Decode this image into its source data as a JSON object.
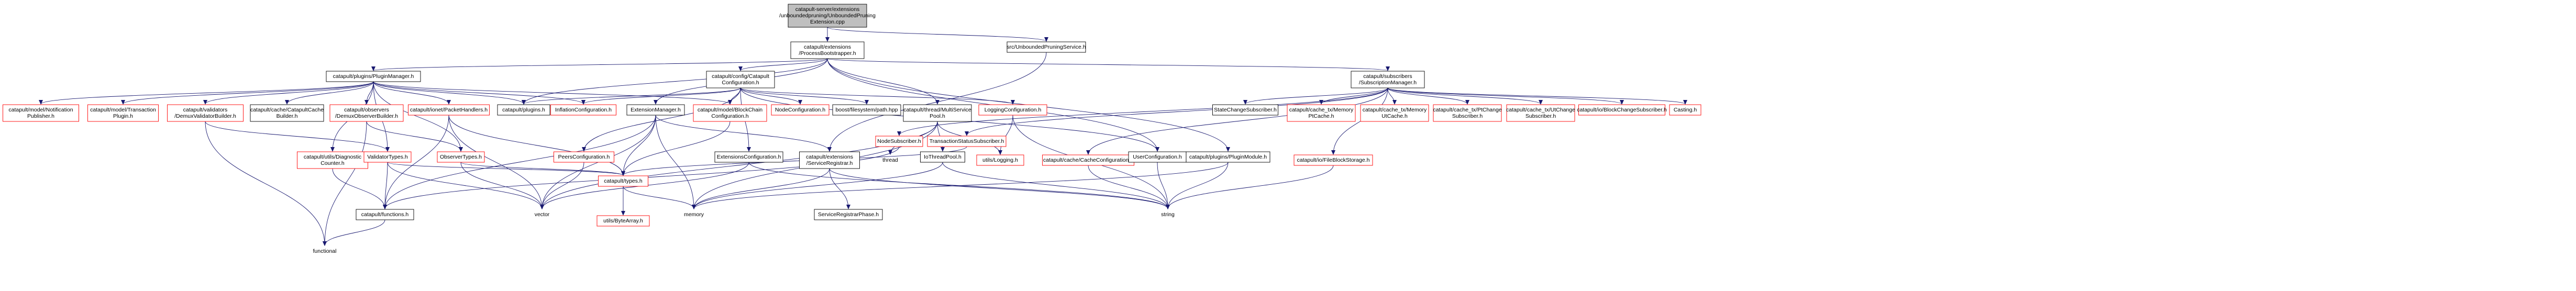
{
  "diagram": {
    "colors": {
      "root_fill": "#bfbfbf",
      "normal_border": "#000000",
      "missing_border": "#ff0000",
      "edge": "#191970",
      "text": "#000000"
    },
    "nodes": [
      {
        "id": "root",
        "lines": [
          "catapult-server/extensions",
          "/unboundedpruning/UnboundedPruning",
          "Extension.cpp"
        ],
        "style": "root"
      },
      {
        "id": "procboot",
        "lines": [
          "catapult/extensions",
          "/ProcessBootstrapper.h"
        ],
        "style": "normal"
      },
      {
        "id": "unbounded",
        "lines": [
          "src/UnboundedPruningService.h"
        ],
        "style": "normal"
      },
      {
        "id": "pluginmgr",
        "lines": [
          "catapult/plugins/PluginManager.h"
        ],
        "style": "normal"
      },
      {
        "id": "catconfig",
        "lines": [
          "catapult/config/Catapult",
          "Configuration.h"
        ],
        "style": "normal"
      },
      {
        "id": "submgr",
        "lines": [
          "catapult/subscribers",
          "/SubscriptionManager.h"
        ],
        "style": "normal"
      },
      {
        "id": "notifpub",
        "lines": [
          "catapult/model/Notification",
          "Publisher.h"
        ],
        "style": "missing"
      },
      {
        "id": "txplugin",
        "lines": [
          "catapult/model/Transaction",
          "Plugin.h"
        ],
        "style": "missing"
      },
      {
        "id": "demuxval",
        "lines": [
          "catapult/validators",
          "/DemuxValidatorBuilder.h"
        ],
        "style": "missing"
      },
      {
        "id": "cachebuilder",
        "lines": [
          "catapult/cache/CatapultCache",
          "Builder.h"
        ],
        "style": "normal"
      },
      {
        "id": "demuxobs",
        "lines": [
          "catapult/observers",
          "/DemuxObserverBuilder.h"
        ],
        "style": "missing"
      },
      {
        "id": "packethandlers",
        "lines": [
          "catapult/ionet/PacketHandlers.h"
        ],
        "style": "missing"
      },
      {
        "id": "plugins",
        "lines": [
          "catapult/plugins.h"
        ],
        "style": "normal"
      },
      {
        "id": "inflation",
        "lines": [
          "InflationConfiguration.h"
        ],
        "style": "missing"
      },
      {
        "id": "extmgr",
        "lines": [
          "ExtensionManager.h"
        ],
        "style": "normal"
      },
      {
        "id": "blockchainconfig",
        "lines": [
          "catapult/model/BlockChain",
          "Configuration.h"
        ],
        "style": "missing"
      },
      {
        "id": "nodeconfig",
        "lines": [
          "NodeConfiguration.h"
        ],
        "style": "missing"
      },
      {
        "id": "boostpath",
        "lines": [
          "boost/filesystem/path.hpp"
        ],
        "style": "normal"
      },
      {
        "id": "multiservice",
        "lines": [
          "catapult/thread/MultiService",
          "Pool.h"
        ],
        "style": "normal"
      },
      {
        "id": "loggingconfig",
        "lines": [
          "LoggingConfiguration.h"
        ],
        "style": "missing"
      },
      {
        "id": "nodesub",
        "lines": [
          "NodeSubscriber.h"
        ],
        "style": "missing"
      },
      {
        "id": "txstatussub",
        "lines": [
          "TransactionStatusSubscriber.h"
        ],
        "style": "missing"
      },
      {
        "id": "statechange",
        "lines": [
          "StateChangeSubscriber.h"
        ],
        "style": "normal"
      },
      {
        "id": "memptcache",
        "lines": [
          "catapult/cache_tx/Memory",
          "PtCache.h"
        ],
        "style": "missing"
      },
      {
        "id": "memutcache",
        "lines": [
          "catapult/cache_tx/Memory",
          "UtCache.h"
        ],
        "style": "missing"
      },
      {
        "id": "ptchange",
        "lines": [
          "catapult/cache_tx/PtChange",
          "Subscriber.h"
        ],
        "style": "missing"
      },
      {
        "id": "utchange",
        "lines": [
          "catapult/cache_tx/UtChange",
          "Subscriber.h"
        ],
        "style": "missing"
      },
      {
        "id": "blockchangesub",
        "lines": [
          "catapult/io/BlockChangeSubscriber.h"
        ],
        "style": "missing"
      },
      {
        "id": "casting",
        "lines": [
          "Casting.h"
        ],
        "style": "missing"
      },
      {
        "id": "diagcounter",
        "lines": [
          "catapult/utils/Diagnostic",
          "Counter.h"
        ],
        "style": "missing"
      },
      {
        "id": "validatortypes",
        "lines": [
          "ValidatorTypes.h"
        ],
        "style": "missing"
      },
      {
        "id": "observertypes",
        "lines": [
          "ObserverTypes.h"
        ],
        "style": "missing"
      },
      {
        "id": "peersconfig",
        "lines": [
          "PeersConfiguration.h"
        ],
        "style": "missing"
      },
      {
        "id": "types",
        "lines": [
          "catapult/types.h"
        ],
        "style": "missing"
      },
      {
        "id": "extconfig",
        "lines": [
          "ExtensionsConfiguration.h"
        ],
        "style": "normal"
      },
      {
        "id": "svcregistrar",
        "lines": [
          "catapult/extensions",
          "/ServiceRegistrar.h"
        ],
        "style": "normal"
      },
      {
        "id": "thread",
        "lines": [
          "thread"
        ],
        "style": "plain"
      },
      {
        "id": "iothreadpool",
        "lines": [
          "IoThreadPool.h"
        ],
        "style": "normal"
      },
      {
        "id": "logging",
        "lines": [
          "utils/Logging.h"
        ],
        "style": "missing"
      },
      {
        "id": "cacheconfig",
        "lines": [
          "catapult/cache/CacheConfiguration.h"
        ],
        "style": "missing"
      },
      {
        "id": "userconfig",
        "lines": [
          "UserConfiguration.h"
        ],
        "style": "normal"
      },
      {
        "id": "pluginmodule",
        "lines": [
          "catapult/plugins/PluginModule.h"
        ],
        "style": "normal"
      },
      {
        "id": "filestorage",
        "lines": [
          "catapult/io/FileBlockStorage.h"
        ],
        "style": "missing"
      },
      {
        "id": "functions",
        "lines": [
          "catapult/functions.h"
        ],
        "style": "normal"
      },
      {
        "id": "vector",
        "lines": [
          "vector"
        ],
        "style": "plain"
      },
      {
        "id": "bytearray",
        "lines": [
          "utils/ByteArray.h"
        ],
        "style": "missing"
      },
      {
        "id": "memory",
        "lines": [
          "memory"
        ],
        "style": "plain"
      },
      {
        "id": "svcphase",
        "lines": [
          "ServiceRegistrarPhase.h"
        ],
        "style": "normal"
      },
      {
        "id": "string",
        "lines": [
          "string"
        ],
        "style": "plain"
      },
      {
        "id": "functional",
        "lines": [
          "functional"
        ],
        "style": "plain"
      }
    ],
    "edges": [
      [
        "root",
        "procboot"
      ],
      [
        "root",
        "unbounded"
      ],
      [
        "procboot",
        "pluginmgr"
      ],
      [
        "procboot",
        "catconfig"
      ],
      [
        "procboot",
        "submgr"
      ],
      [
        "procboot",
        "extmgr"
      ],
      [
        "procboot",
        "multiservice"
      ],
      [
        "procboot",
        "userconfig"
      ],
      [
        "procboot",
        "pluginmodule"
      ],
      [
        "procboot",
        "plugins"
      ],
      [
        "unbounded",
        "svcregistrar"
      ],
      [
        "pluginmgr",
        "notifpub"
      ],
      [
        "pluginmgr",
        "txplugin"
      ],
      [
        "pluginmgr",
        "demuxval"
      ],
      [
        "pluginmgr",
        "cachebuilder"
      ],
      [
        "pluginmgr",
        "demuxobs"
      ],
      [
        "pluginmgr",
        "packethandlers"
      ],
      [
        "pluginmgr",
        "plugins"
      ],
      [
        "pluginmgr",
        "inflation"
      ],
      [
        "pluginmgr",
        "blockchainconfig"
      ],
      [
        "pluginmgr",
        "observertypes"
      ],
      [
        "pluginmgr",
        "diagcounter"
      ],
      [
        "pluginmgr",
        "validatortypes"
      ],
      [
        "catconfig",
        "plugins"
      ],
      [
        "catconfig",
        "inflation"
      ],
      [
        "catconfig",
        "blockchainconfig"
      ],
      [
        "catconfig",
        "nodeconfig"
      ],
      [
        "catconfig",
        "boostpath"
      ],
      [
        "catconfig",
        "loggingconfig"
      ],
      [
        "catconfig",
        "peersconfig"
      ],
      [
        "catconfig",
        "extconfig"
      ],
      [
        "catconfig",
        "userconfig"
      ],
      [
        "submgr",
        "nodesub"
      ],
      [
        "submgr",
        "txstatussub"
      ],
      [
        "submgr",
        "statechange"
      ],
      [
        "submgr",
        "memptcache"
      ],
      [
        "submgr",
        "memutcache"
      ],
      [
        "submgr",
        "ptchange"
      ],
      [
        "submgr",
        "utchange"
      ],
      [
        "submgr",
        "blockchangesub"
      ],
      [
        "submgr",
        "casting"
      ],
      [
        "submgr",
        "filestorage"
      ],
      [
        "submgr",
        "cacheconfig"
      ],
      [
        "demuxval",
        "validatortypes"
      ],
      [
        "demuxval",
        "functional"
      ],
      [
        "demuxobs",
        "observertypes"
      ],
      [
        "demuxobs",
        "functional"
      ],
      [
        "packethandlers",
        "functions"
      ],
      [
        "packethandlers",
        "vector"
      ],
      [
        "packethandlers",
        "types"
      ],
      [
        "extmgr",
        "types"
      ],
      [
        "extmgr",
        "svcregistrar"
      ],
      [
        "extmgr",
        "functions"
      ],
      [
        "extmgr",
        "vector"
      ],
      [
        "extmgr",
        "memory"
      ],
      [
        "blockchainconfig",
        "types"
      ],
      [
        "multiservice",
        "thread"
      ],
      [
        "multiservice",
        "iothreadpool"
      ],
      [
        "multiservice",
        "logging"
      ],
      [
        "multiservice",
        "vector"
      ],
      [
        "multiservice",
        "memory"
      ],
      [
        "loggingconfig",
        "string"
      ],
      [
        "loggingconfig",
        "logging"
      ],
      [
        "nodesub",
        "functions"
      ],
      [
        "txstatussub",
        "types"
      ],
      [
        "diagcounter",
        "functions"
      ],
      [
        "validatortypes",
        "functions"
      ],
      [
        "validatortypes",
        "vector"
      ],
      [
        "validatortypes",
        "types"
      ],
      [
        "observertypes",
        "types"
      ],
      [
        "observertypes",
        "vector"
      ],
      [
        "peersconfig",
        "vector"
      ],
      [
        "types",
        "bytearray"
      ],
      [
        "types",
        "memory"
      ],
      [
        "extconfig",
        "vector"
      ],
      [
        "extconfig",
        "string"
      ],
      [
        "svcregistrar",
        "svcphase"
      ],
      [
        "svcregistrar",
        "memory"
      ],
      [
        "svcregistrar",
        "string"
      ],
      [
        "iothreadpool",
        "memory"
      ],
      [
        "iothreadpool",
        "string"
      ],
      [
        "userconfig",
        "string"
      ],
      [
        "pluginmodule",
        "string"
      ],
      [
        "pluginmodule",
        "memory"
      ],
      [
        "filestorage",
        "string"
      ],
      [
        "cacheconfig",
        "string"
      ],
      [
        "functions",
        "functional"
      ]
    ]
  }
}
